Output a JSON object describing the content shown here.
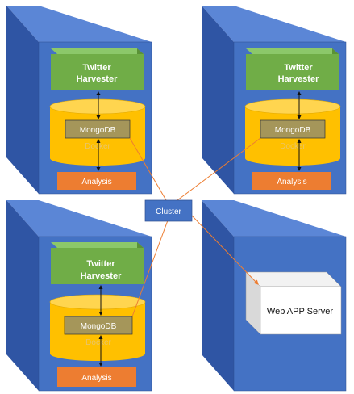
{
  "colors": {
    "server_front": "#4472C4",
    "server_side": "#2F55A4",
    "server_top": "#5B86D6",
    "harvester": "#70AD47",
    "cylinder": "#FFC000",
    "mongodb_box": "#A5965A",
    "analysis": "#ED7D31",
    "connector": "#ED7D31",
    "cluster_box": "#4472C4"
  },
  "nodes": [
    {
      "harvester_line1": "Twitter",
      "harvester_line2": "Harvester",
      "db_label": "MongoDB",
      "docker_label": "Docker",
      "analysis_label": "Analysis"
    },
    {
      "harvester_line1": "Twitter",
      "harvester_line2": "Harvester",
      "db_label": "MongoDB",
      "docker_label": "Docker",
      "analysis_label": "Analysis"
    },
    {
      "harvester_line1": "Twitter",
      "harvester_line2": "Harvester",
      "db_label": "MongoDB",
      "docker_label": "Docker",
      "analysis_label": "Analysis"
    }
  ],
  "cluster": {
    "label": "Cluster"
  },
  "web_server": {
    "label": "Web APP Server"
  }
}
